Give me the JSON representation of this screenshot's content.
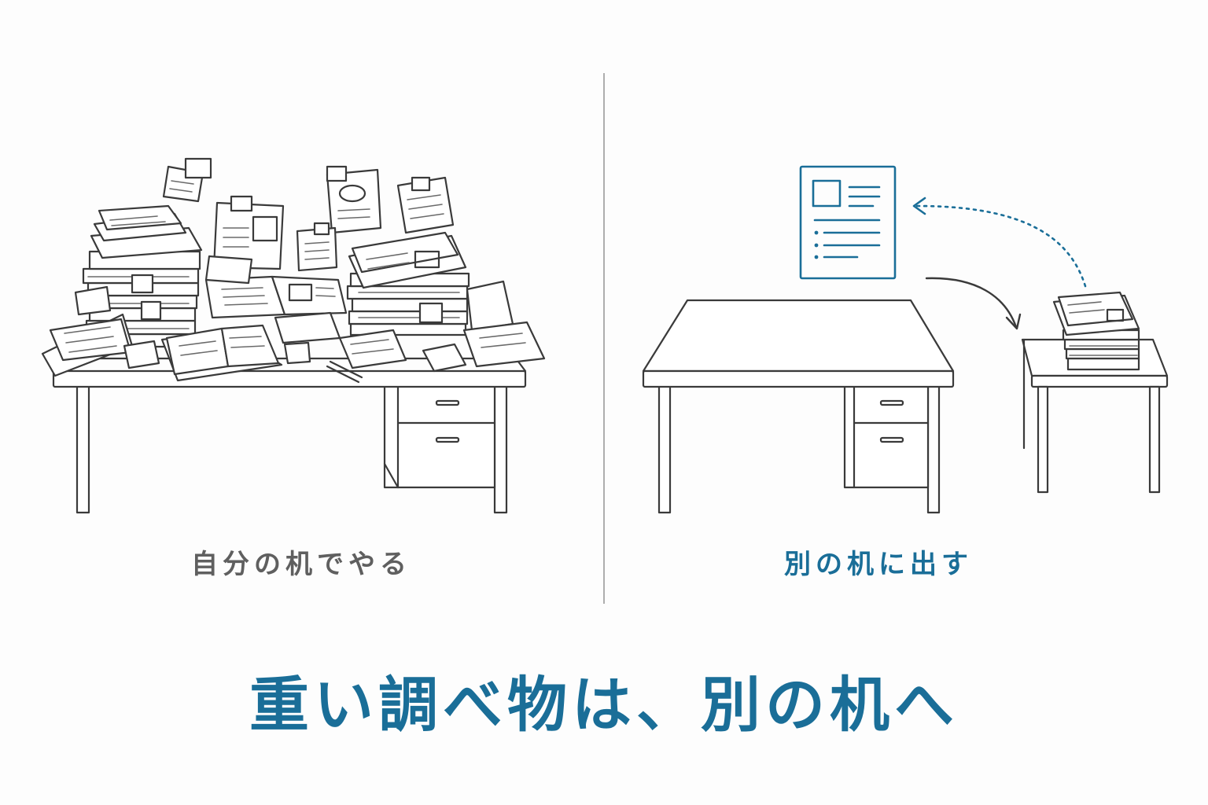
{
  "left_panel": {
    "caption": "自分の机でやる"
  },
  "right_panel": {
    "caption": "別の机に出す"
  },
  "headline": "重い調べ物は、別の机へ",
  "colors": {
    "accent_blue": "#1a6e98",
    "caption_gray": "#5f5f5f",
    "ink": "#3a3a3a",
    "divider": "#9a9a9a",
    "background": "#fdfdfd"
  },
  "icons": {
    "left_illustration": "messy-desk-icon",
    "right_document": "document-icon",
    "right_desk": "clean-desk-icon",
    "side_table": "side-table-icon",
    "paper_stack": "paper-stack-icon",
    "arrow_out": "curved-arrow-icon",
    "arrow_back": "dotted-return-arrow-icon"
  }
}
